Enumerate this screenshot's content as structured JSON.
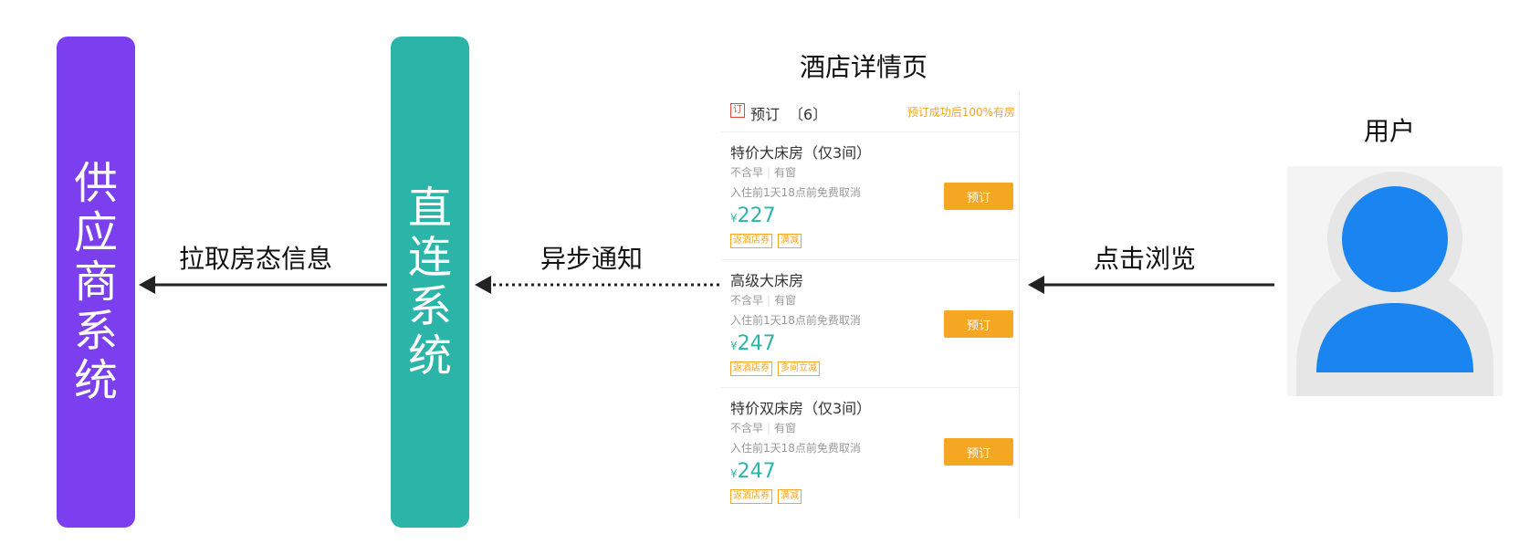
{
  "supplier_system": {
    "chars": [
      "供",
      "应",
      "商",
      "系",
      "统"
    ]
  },
  "direct_system": {
    "chars": [
      "直",
      "连",
      "系",
      "统"
    ]
  },
  "arrows": {
    "pull_label": "拉取房态信息",
    "async_label": "异步通知",
    "click_label": "点击浏览"
  },
  "hotel_page": {
    "title": "酒店详情页",
    "header": {
      "icon": "订",
      "label": "预订",
      "count": "〔6〕",
      "note": "预订成功后100%有房"
    },
    "rooms": [
      {
        "name": "特价大床房（仅3间）",
        "breakfast": "不含早",
        "window": "有窗",
        "cancel": "入住前1天18点前免费取消",
        "currency": "¥",
        "price": "227",
        "button": "预订",
        "tags": [
          "返酒店券",
          "满减"
        ]
      },
      {
        "name": "高级大床房",
        "breakfast": "不含早",
        "window": "有窗",
        "cancel": "入住前1天18点前免费取消",
        "currency": "¥",
        "price": "247",
        "button": "预订",
        "tags": [
          "返酒店券",
          "多间立减"
        ]
      },
      {
        "name": "特价双床房（仅3间）",
        "breakfast": "不含早",
        "window": "有窗",
        "cancel": "入住前1天18点前免费取消",
        "currency": "¥",
        "price": "247",
        "button": "预订",
        "tags": [
          "返酒店券",
          "满减"
        ]
      }
    ]
  },
  "user": {
    "label": "用户",
    "icon": "user-icon"
  },
  "colors": {
    "supplier": "#7b3ff0",
    "direct": "#2bb5a8",
    "price": "#2bb5a8",
    "accent": "#f5a623",
    "avatar": "#1a84f0"
  }
}
